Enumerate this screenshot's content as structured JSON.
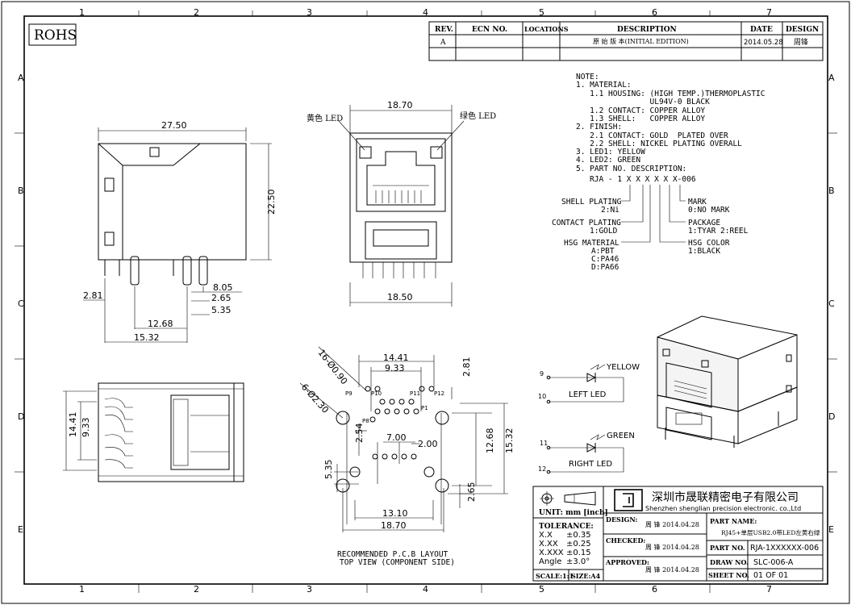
{
  "border_numbers": [
    "1",
    "2",
    "3",
    "4",
    "5",
    "6",
    "7"
  ],
  "border_letters": [
    "A",
    "B",
    "C",
    "D",
    "E"
  ],
  "rohs": "ROHS",
  "revision_table": {
    "headers": [
      "REV.",
      "ECN NO.",
      "LOCATIONS",
      "DESCRIPTION",
      "DATE",
      "DESIGN"
    ],
    "row": {
      "rev": "A",
      "ecn": "",
      "locations": "",
      "description": "原 始 版 本(INITIAL EDITION)",
      "date": "2014.05.28",
      "design": "周锋"
    }
  },
  "notes": [
    "NOTE:",
    "1. MATERIAL:",
    "   1.1 HOUSING: (HIGH TEMP.)THERMOPLASTIC",
    "                UL94V-0 BLACK",
    "   1.2 CONTACT: COPPER ALLOY",
    "   1.3 SHELL:   COPPER ALLOY",
    "2. FINISH:",
    "   2.1 CONTACT: GOLD  PLATED OVER",
    "   2.2 SHELL: NICKEL PLATING OVERALL",
    "3. LED1: YELLOW",
    "4. LED2: GREEN",
    "5. PART NO. DESCRIPTION:"
  ],
  "part_code": "RJA - 1 X X X X X X-006",
  "part_labels": {
    "shell_plating": "SHELL PLATING",
    "shell_plating_opt": "2:Ni",
    "contact_plating": "CONTACT PLATING",
    "contact_plating_opt": "1:GOLD",
    "hsg_material": "HSG MATERIAL",
    "hsg_material_opts": [
      "A:PBT",
      "C:PA46",
      "D:PA66"
    ],
    "mark": "MARK",
    "mark_opt": "0:NO MARK",
    "package": "PACKAGE",
    "package_opt": "1:TYAR 2:REEL",
    "hsg_color": "HSG COLOR",
    "hsg_color_opt": "1:BLACK"
  },
  "side_view_dims": {
    "w": "27.50",
    "h": "22.50",
    "d1": "8.05",
    "d2": "2.65",
    "d3": "5.35",
    "d4": "2.81",
    "d5": "12.68",
    "d6": "15.32"
  },
  "front_view": {
    "top": "18.70",
    "bottom": "18.50",
    "led_left": "黄色 LED",
    "led_right": "绿色 LED"
  },
  "bottom_view_dims": {
    "a": "14.41",
    "b": "9.33"
  },
  "pcb": {
    "d1": "14.41",
    "d2": "9.33",
    "d3": "2.81",
    "hole1": "16-Ø0.90",
    "hole2": "6-Ø2.30",
    "p9": "P9",
    "p10": "P10",
    "p11": "P11",
    "p12": "P12",
    "p1": "P1",
    "p8": "P8",
    "d4": "2.54",
    "d5": "7.00",
    "d6": "2.00",
    "d7": "12.68",
    "d8": "15.32",
    "d9": "5.35",
    "d10": "2.65",
    "d11": "13.10",
    "d12": "18.70",
    "caption1": "RECOMMENDED P.C.B LAYOUT",
    "caption2": "TOP VIEW (COMPONENT SIDE)"
  },
  "led_schematic": {
    "yellow": "YELLOW",
    "green": "GREEN",
    "left": "LEFT LED",
    "right": "RIGHT LED",
    "pin9": "9",
    "pin10": "10",
    "pin11": "11",
    "pin12": "12"
  },
  "title_block": {
    "company_cn": "深圳市晟联精密电子有限公司",
    "company_en": "Shenzhen shenglian precision electronic. co.,Ltd",
    "unit": "UNIT: mm [inch]",
    "tolerance_title": "TOLERANCE:",
    "tolerances": [
      [
        "X.X",
        "±0.35"
      ],
      [
        "X.XX",
        "±0.25"
      ],
      [
        "X.XXX",
        "±0.15"
      ],
      [
        "Angle",
        "±3.0°"
      ]
    ],
    "scale": "SCALE:1:1",
    "size": "SIZE:A4",
    "design_label": "DESIGN:",
    "checked_label": "CHECKED:",
    "approved_label": "APPROVED:",
    "sign": "周 锋 2014.04.28",
    "part_name_label": "PART NAME:",
    "part_name": "RJ45+单层USB2.0带LED左黄右绿",
    "part_no_label": "PART NO.",
    "part_no": "RJA-1XXXXXX-006",
    "draw_no_label": "DRAW NO.",
    "draw_no": "SLC-006-A",
    "sheet_no_label": "SHEET NO.",
    "sheet_no": "01 OF 01"
  }
}
